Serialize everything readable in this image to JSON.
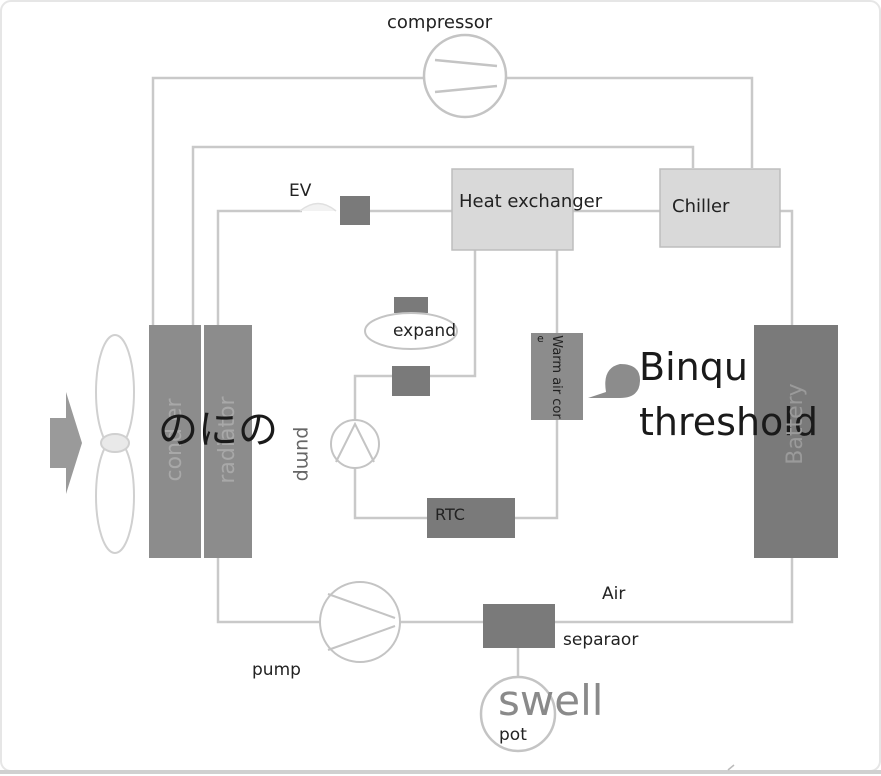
{
  "labels": {
    "compressor": "compressor",
    "ev": "EV",
    "heat_exchanger": "Heat exchanger",
    "chiller": "Chiller",
    "expand": "expand",
    "warm_air_core": "Warm air cor",
    "warm_air_core_prefix": "e",
    "binqu": "Binqu",
    "threshold": "threshold",
    "battery": "Battery",
    "condenser": "cond     er",
    "radiator": "radiator",
    "overlay_glyphs": "のにの",
    "pump_upper": "pump",
    "rtc": "RTC",
    "air": "Air",
    "separator": "separaor",
    "pump_lower": "pump",
    "swell": "swell",
    "pot": "pot"
  },
  "colors": {
    "line": "#c9c9c9",
    "box_light": "#d9d9d9",
    "box_dark": "#7a7a7a",
    "box_mid": "#8c8c8c",
    "outline": "#bdbdbd"
  }
}
